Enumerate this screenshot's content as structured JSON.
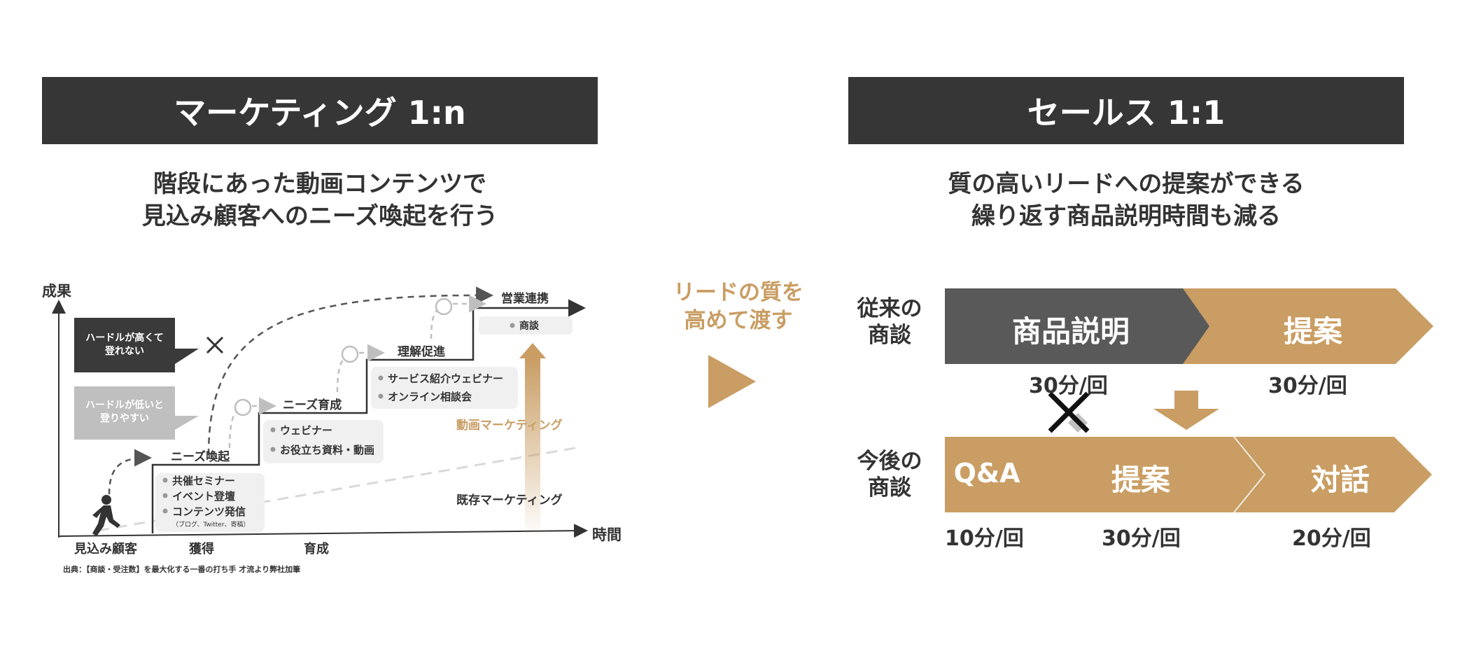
{
  "colors": {
    "dark": "#363636",
    "gold": "#C99D63",
    "grey": "#595959",
    "light_grey": "#BFBFBF"
  },
  "marketing": {
    "title": "マーケティング 1:n",
    "subtitle_line1": "階段にあった動画コンテンツで",
    "subtitle_line2": "見込み顧客へのニーズ喚起を行う",
    "y_axis": "成果",
    "x_axis": "時間",
    "x_labels": [
      "見込み顧客",
      "獲得",
      "育成"
    ],
    "bubble_dark": [
      "ハードルが高くて",
      "登れない"
    ],
    "bubble_light": [
      "ハードルが低いと",
      "登りやすい"
    ],
    "steps": {
      "s1": "ニーズ喚起",
      "s2": "ニーズ育成",
      "s3": "理解促進",
      "s4": "営業連携"
    },
    "boxes": {
      "b1": [
        "共催セミナー",
        "イベント登壇",
        "コンテンツ発信"
      ],
      "b1_note": "（ブログ、Twitter、寄稿）",
      "b2": [
        "ウェビナー",
        "お役立ち資料・動画"
      ],
      "b3": [
        "サービス紹介ウェビナー",
        "オンライン相談会"
      ],
      "b4": [
        "商談"
      ]
    },
    "video_marketing": "動画マーケティング",
    "existing_marketing": "既存マーケティング",
    "source": "出典：【商談・受注数】を最大化する一番の打ち手 才流より弊社加筆",
    "person_icon": "walking-person-icon"
  },
  "middle": {
    "line1": "リードの質を",
    "line2": "高めて渡す",
    "arrow_icon": "right-triangle-icon"
  },
  "sales": {
    "title": "セールス 1:1",
    "subtitle_line1": "質の高いリードへの提案ができる",
    "subtitle_line2": "繰り返す商品説明時間も減る",
    "row1_label_line1": "従来の",
    "row1_label_line2": "商談",
    "row1_chevrons": [
      {
        "label": "商品説明",
        "time": "30分/回"
      },
      {
        "label": "提案",
        "time": "30分/回"
      }
    ],
    "row2_label_line1": "今後の",
    "row2_label_line2": "商談",
    "row2_chevrons": [
      {
        "label": "Q&A",
        "time": "10分/回"
      },
      {
        "label": "提案",
        "time": "30分/回"
      },
      {
        "label": "対話",
        "time": "20分/回"
      }
    ],
    "cross_icon": "cross-icon",
    "down_arrow_icon": "down-arrow-icon"
  }
}
